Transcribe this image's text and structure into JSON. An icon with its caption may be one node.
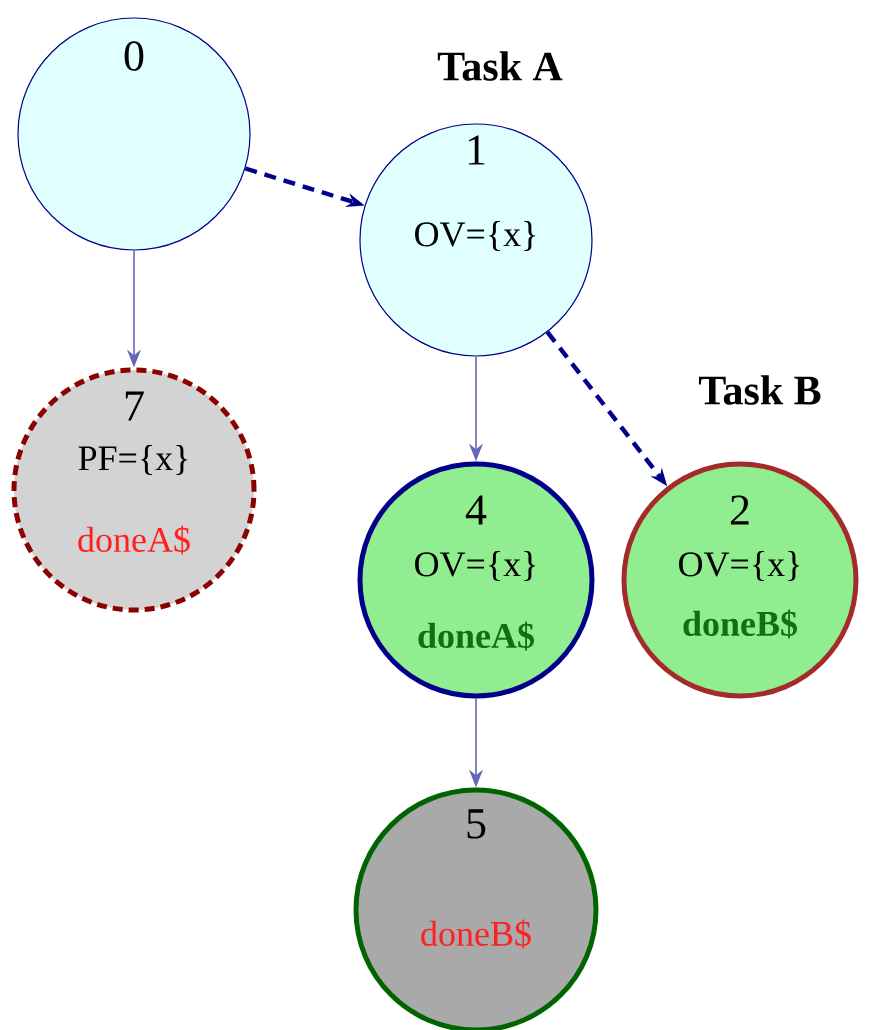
{
  "diagram": {
    "nodes": [
      {
        "text": [
          "0"
        ]
      },
      {
        "text": [
          "1",
          "OV={x}"
        ],
        "beside": [
          "Task A"
        ]
      },
      {
        "text": [
          "7",
          "PF={x}",
          "doneA$"
        ]
      },
      {
        "text": [
          "4",
          "OV={x}",
          "doneA$"
        ]
      },
      {
        "text": [
          "2",
          "OV={x}",
          "doneB$"
        ],
        "beside": [
          "Task B"
        ]
      },
      {
        "text": [
          "5",
          "doneB$"
        ]
      }
    ],
    "edges": [
      {
        "from": 0,
        "to": 1,
        "arrow": "to",
        "style": "dashed",
        "color": "#00008b"
      },
      {
        "from": 0,
        "to": 2,
        "arrow": "to"
      },
      {
        "from": 1,
        "to": 3,
        "arrow": "to"
      },
      {
        "from": 1,
        "to": 4,
        "arrow": "to",
        "style": "dashed",
        "color": "#00008b"
      },
      {
        "from": 3,
        "to": 5,
        "arrow": "to"
      }
    ]
  }
}
